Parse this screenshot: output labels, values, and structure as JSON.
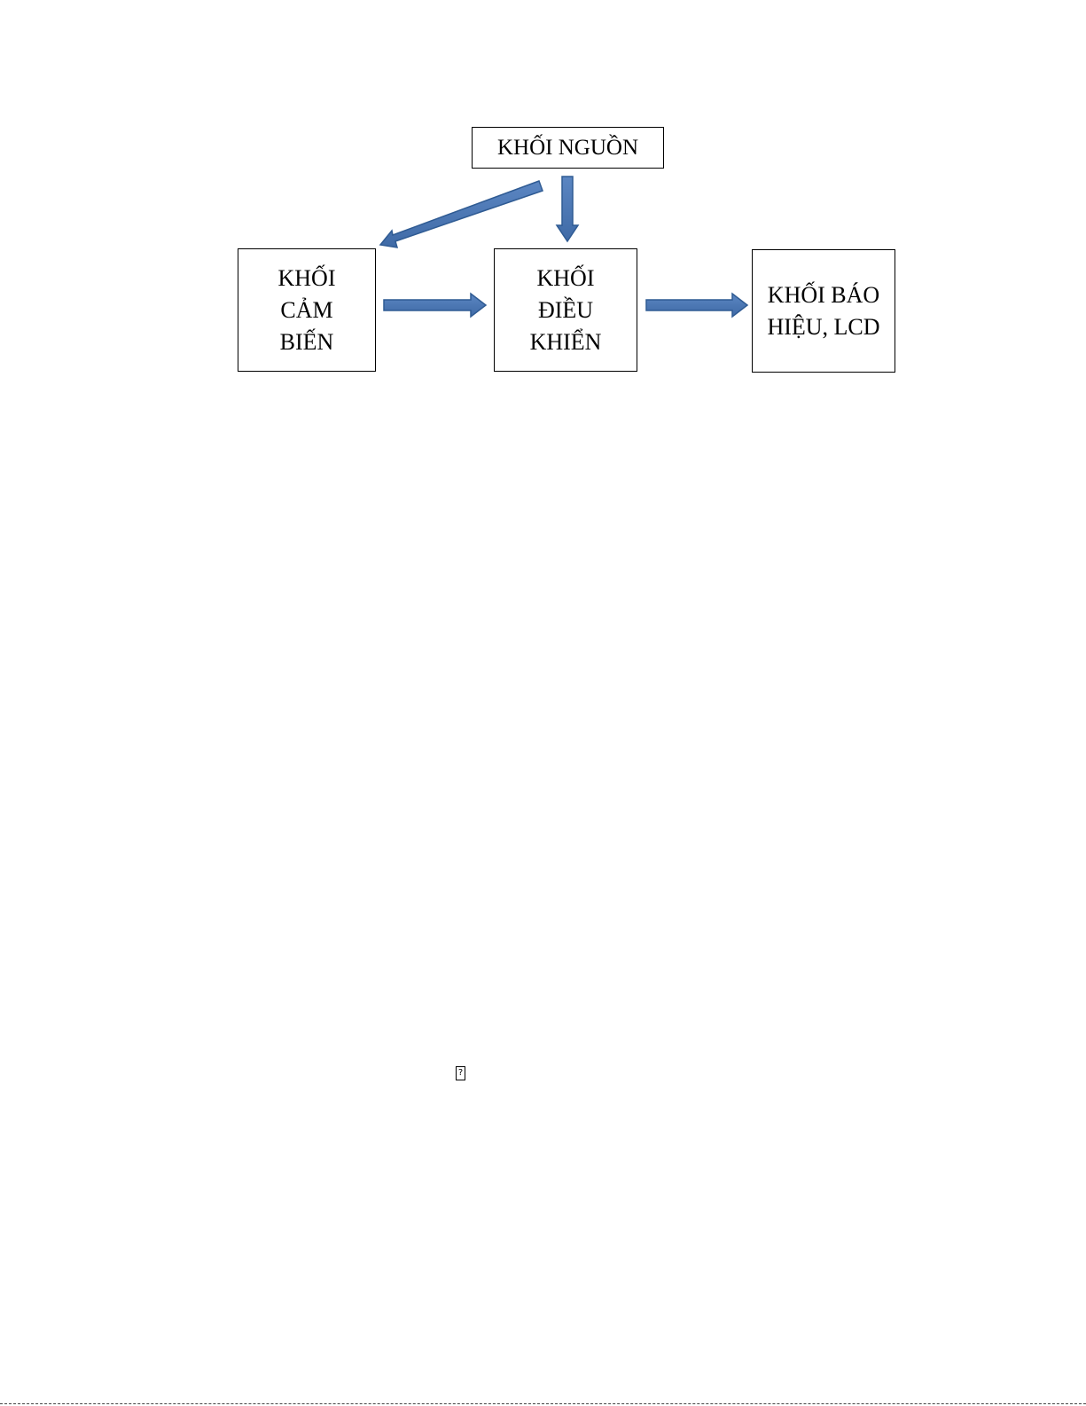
{
  "diagram": {
    "blocks": {
      "power": {
        "label": "KHỐI NGUỒN"
      },
      "sensor": {
        "label": "KHỐI\nCẢM\nBIẾN"
      },
      "control": {
        "label": "KHỐI\nĐIỀU\nKHIỂN"
      },
      "signal": {
        "label": "KHỐI BÁO\nHIỆU, LCD"
      }
    },
    "edges": [
      {
        "from": "power",
        "to": "sensor"
      },
      {
        "from": "power",
        "to": "control"
      },
      {
        "from": "sensor",
        "to": "control"
      },
      {
        "from": "control",
        "to": "signal"
      }
    ],
    "arrow_color": "#4a74b0",
    "arrow_border_color": "#2f5b93"
  },
  "footer": {
    "glyph": "?"
  }
}
